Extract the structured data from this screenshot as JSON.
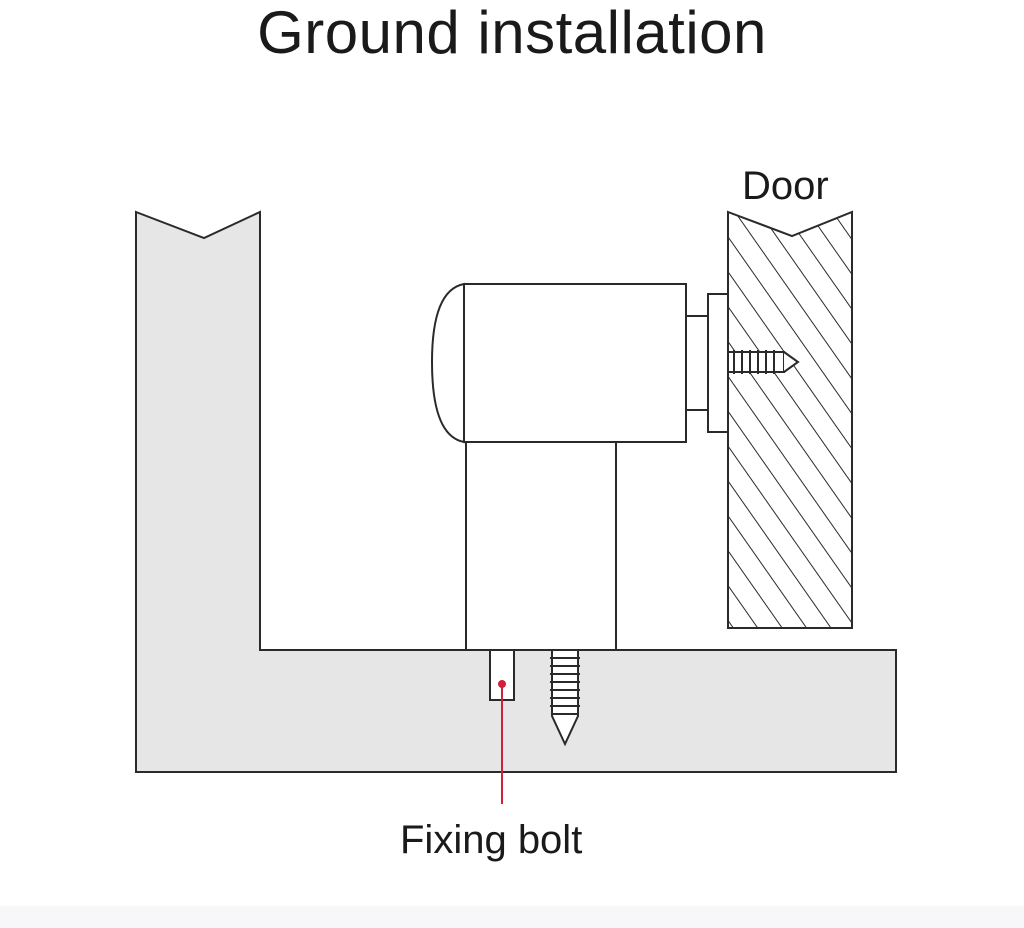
{
  "title": "Ground installation",
  "labels": {
    "door": "Door",
    "fixing_bolt": "Fixing bolt"
  },
  "colors": {
    "surface_fill": "#e6e6e6",
    "outline": "#2a2a2a",
    "pointer": "#d0203a",
    "text": "#1a1a1a"
  }
}
